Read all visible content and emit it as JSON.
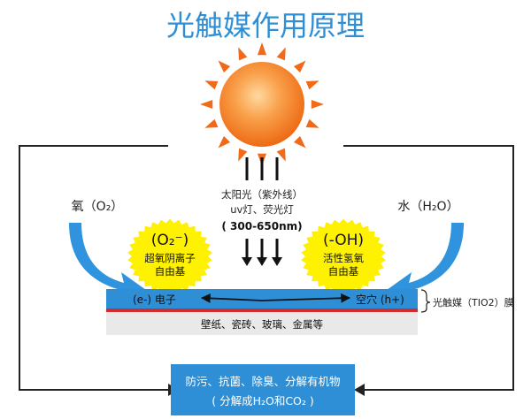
{
  "title": "光触媒作用原理",
  "light": {
    "line1": "太阳光（紫外线）",
    "line2": "uv灯、荧光灯",
    "range": "( 300-650nm)"
  },
  "left_input": "氧（O₂）",
  "right_input": "水（H₂O）",
  "left_bubble": {
    "formula": "(O₂⁻)",
    "line1": "超氧阴离子",
    "line2": "自由基"
  },
  "right_bubble": {
    "formula": "(-OH)",
    "line1": "活性氢氧",
    "line2": "自由基"
  },
  "layer": {
    "electron": "(e-) 电子",
    "hole": "空穴 (h+)",
    "film_label": "光触媒（TIO2）膜",
    "substrate": "壁纸、瓷砖、玻璃、金属等"
  },
  "result": {
    "line1": "防污、抗菌、除臭、分解有机物",
    "line2": "( 分解成H₂O和CO₂ )"
  },
  "colors": {
    "title": "#2e8fd6",
    "sun_core": "#f47a1f",
    "sun_ray": "#f06a1a",
    "bubble": "#fff200",
    "arrow_blue": "#2f93dd",
    "layer_blue": "#2e8fd6",
    "layer_red": "#d42b2b",
    "substrate": "#e9e9e9",
    "result_box": "#2e8fd6"
  }
}
